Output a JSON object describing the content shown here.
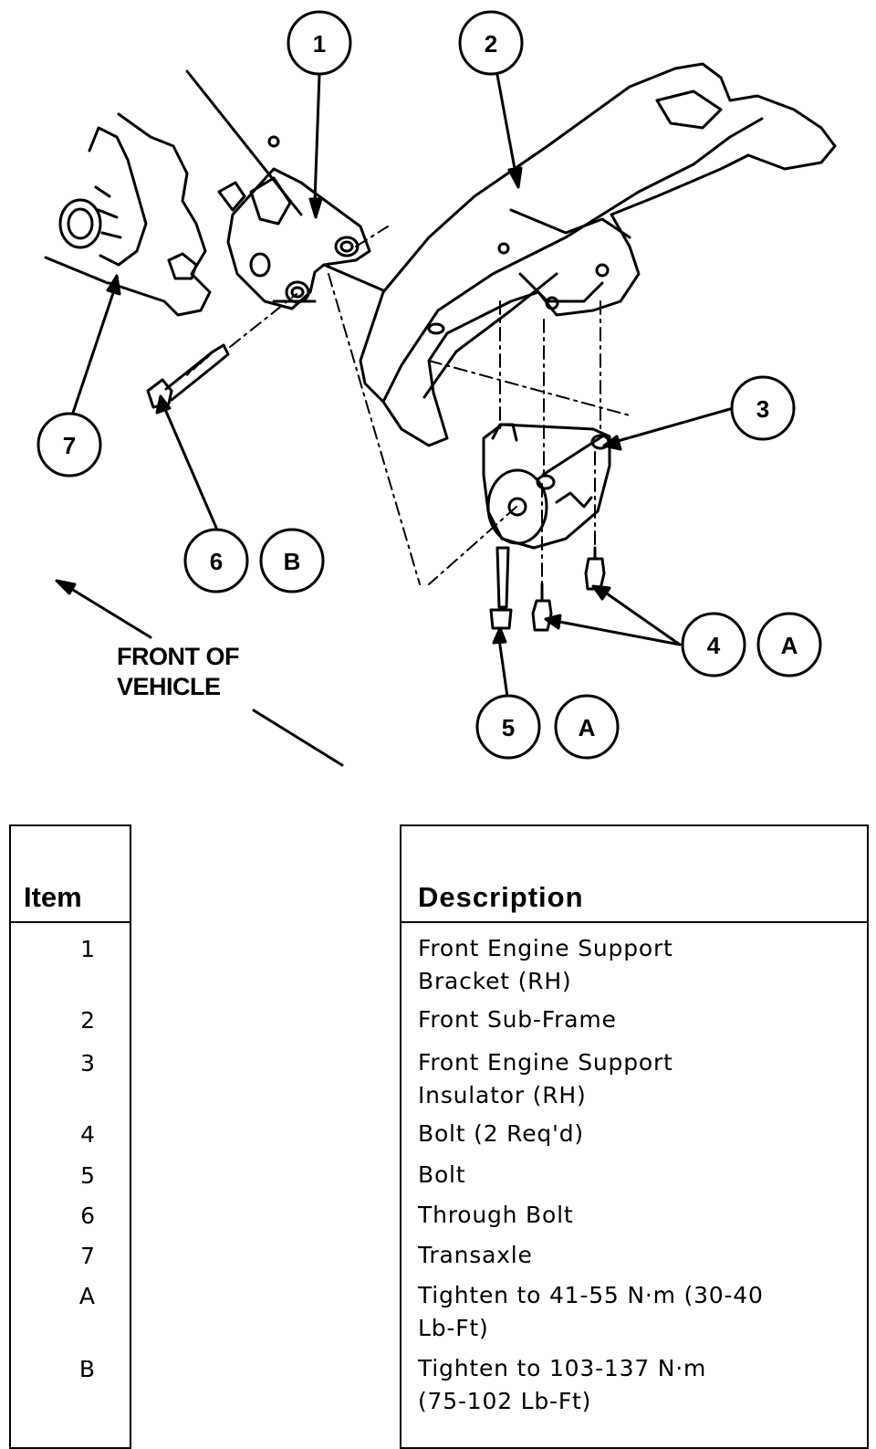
{
  "callouts": {
    "c1": "1",
    "c2": "2",
    "c3": "3",
    "c4": "4",
    "c5": "5",
    "c6": "6",
    "c7": "7",
    "cA1": "A",
    "cA2": "A",
    "cB": "B"
  },
  "front_label": "FRONT OF\nVEHICLE",
  "table": {
    "item_header": "Item",
    "description_header": "Description",
    "rows": [
      {
        "item": "1",
        "description": "Front Engine Support\nBracket (RH)"
      },
      {
        "item": "2",
        "description": "Front Sub-Frame"
      },
      {
        "item": "3",
        "description": "Front Engine Support\nInsulator (RH)"
      },
      {
        "item": "4",
        "description": "Bolt (2 Req'd)"
      },
      {
        "item": "5",
        "description": "Bolt"
      },
      {
        "item": "6",
        "description": "Through Bolt"
      },
      {
        "item": "7",
        "description": "Transaxle"
      },
      {
        "item": "A",
        "description": "Tighten to 41-55 N·m (30-40\nLb-Ft)"
      },
      {
        "item": "B",
        "description": "Tighten to 103-137 N·m\n(75-102 Lb-Ft)"
      }
    ]
  }
}
